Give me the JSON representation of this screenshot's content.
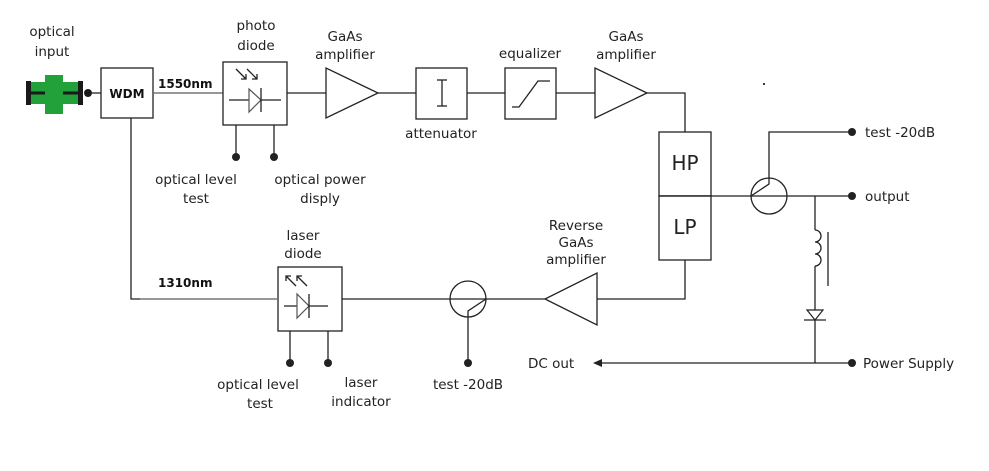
{
  "diagram": {
    "title": "Optical receiver / return-path transmitter block diagram",
    "labels": {
      "optical_input": [
        "optical",
        "input"
      ],
      "wdm": "WDM",
      "wl_1550": "1550nm",
      "wl_1310": "1310nm",
      "photo_diode": [
        "photo",
        "diode"
      ],
      "gaas_amp1": [
        "GaAs",
        "amplifier"
      ],
      "attenuator": "attenuator",
      "equalizer": "equalizer",
      "gaas_amp2": [
        "GaAs",
        "amplifier"
      ],
      "hp": "HP",
      "lp": "LP",
      "test_top": "test -20dB",
      "output": "output",
      "power_supply": "Power Supply",
      "dc_out": "DC out",
      "optical_level_test_top": [
        "optical level",
        "test"
      ],
      "optical_power_display": [
        "optical power",
        "disply"
      ],
      "laser_diode": [
        "laser",
        "diode"
      ],
      "reverse_amp": [
        "Reverse",
        "GaAs",
        "amplifier"
      ],
      "optical_level_test_bottom": [
        "optical level",
        "test"
      ],
      "laser_indicator": [
        "laser",
        "indicator"
      ],
      "test_bottom": "test -20dB"
    },
    "colors": {
      "connector_green": "#22a03a",
      "connector_dark": "#1a1a1a",
      "line": "#222222"
    }
  }
}
